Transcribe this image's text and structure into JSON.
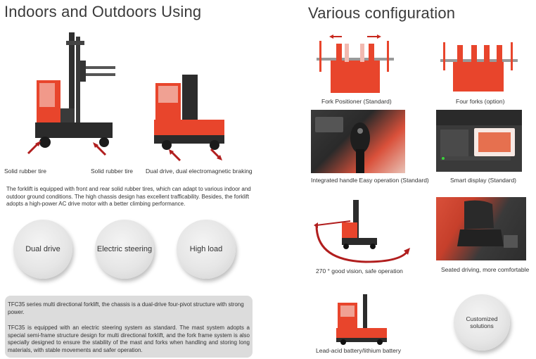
{
  "left": {
    "title": "Indoors and Outdoors Using",
    "captions": {
      "tire_left": "Solid rubber tire",
      "tire_right": "Solid rubber tire",
      "drive": "Dual drive, dual electromagnetic braking"
    },
    "intro": "The forklift is equipped with front and rear solid rubber tires, which can adapt to various indoor and outdoor ground conditions. The high chassis design has excellent trafficability. Besides, the forklift adopts a high-power AC drive motor with a better climbing performance.",
    "features": [
      "Dual drive",
      "Electric steering",
      "High load"
    ],
    "box": {
      "p1": "TFC35 series multi directional forklift, the chassis is a dual-drive four-pivot structure with strong power.",
      "p2": "TFC35 is equipped with an electric steering system as standard. The mast system adopts a special semi-frame structure design for multi directional forklift, and the fork frame system is also specially designed to ensure the stability of the mast and forks when handling and storing long materials, with stable movements and safer operation."
    }
  },
  "right": {
    "title": "Various configuration",
    "items": [
      {
        "caption": "Fork Positioner (Standard)"
      },
      {
        "caption": "Four forks (option)"
      },
      {
        "caption": "Integrated handle Easy operation (Standard)"
      },
      {
        "caption": "Smart display (Standard)"
      },
      {
        "caption": "270 ° good vision, safe operation"
      },
      {
        "caption": "Seated driving, more comfortable"
      },
      {
        "caption": "Lead-acid battery/lithium battery"
      },
      {
        "caption": "Customized solutions"
      }
    ]
  },
  "colors": {
    "accent": "#e8452c",
    "dark": "#2d2d2d",
    "gray_box": "#dcdcdc"
  }
}
